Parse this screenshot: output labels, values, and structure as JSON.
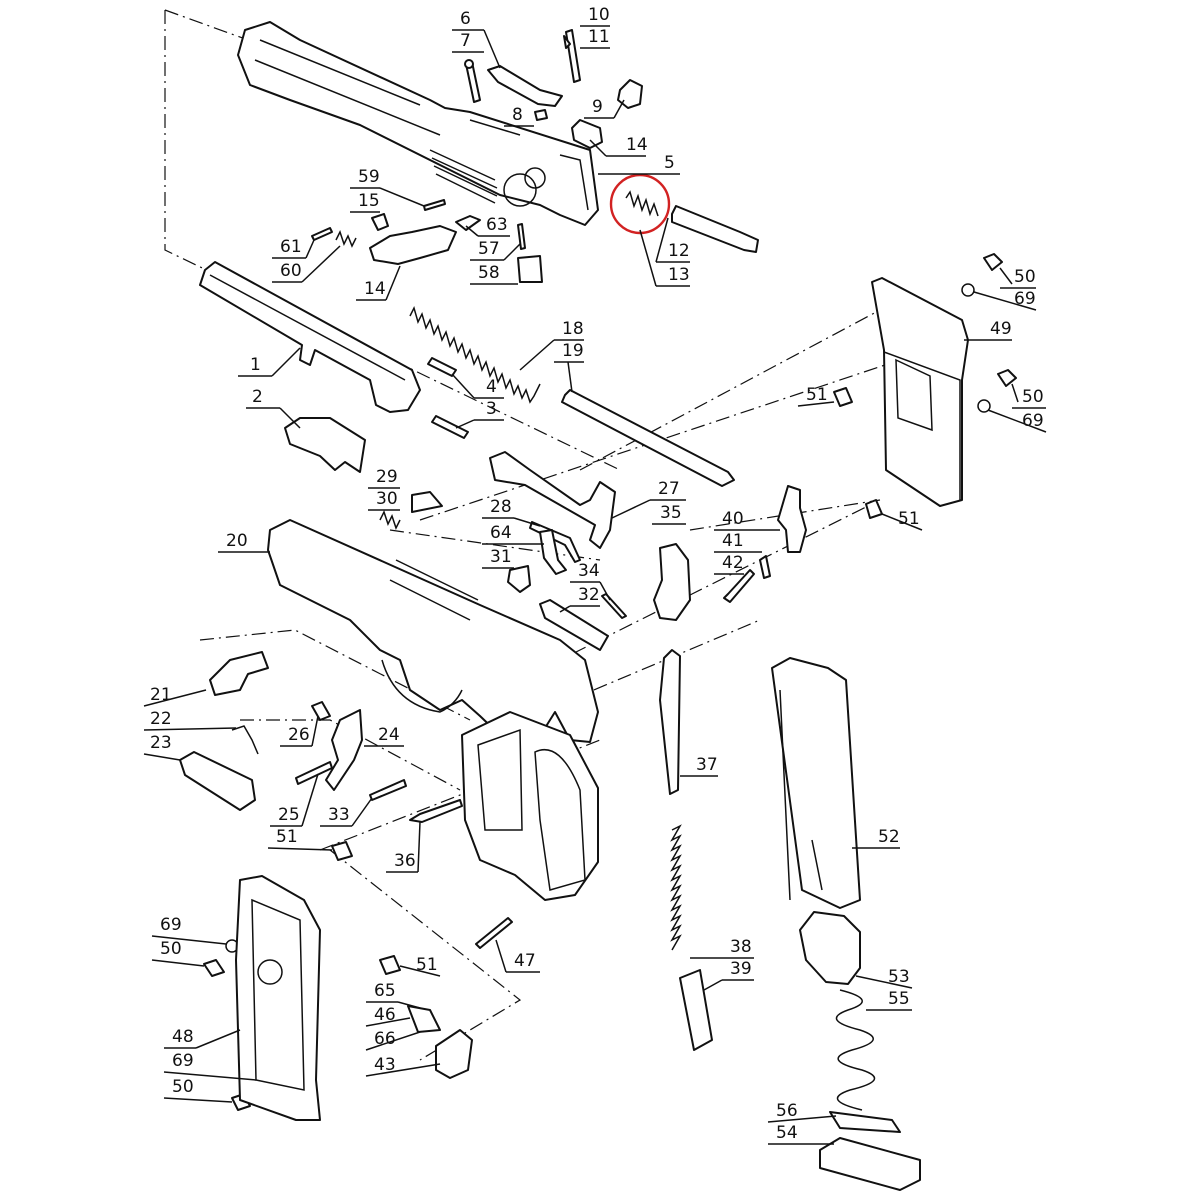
{
  "highlight_color": "#d22222",
  "callouts": [
    {
      "id": "c1",
      "text": "1"
    },
    {
      "id": "c2",
      "text": "2"
    },
    {
      "id": "c3",
      "text": "3"
    },
    {
      "id": "c4",
      "text": "4"
    },
    {
      "id": "c5",
      "text": "5"
    },
    {
      "id": "c6",
      "text": "6"
    },
    {
      "id": "c7",
      "text": "7"
    },
    {
      "id": "c8",
      "text": "8"
    },
    {
      "id": "c9",
      "text": "9"
    },
    {
      "id": "c10",
      "text": "10"
    },
    {
      "id": "c11",
      "text": "11"
    },
    {
      "id": "c12",
      "text": "12"
    },
    {
      "id": "c13",
      "text": "13"
    },
    {
      "id": "c14a",
      "text": "14"
    },
    {
      "id": "c14b",
      "text": "14"
    },
    {
      "id": "c15",
      "text": "15"
    },
    {
      "id": "c18",
      "text": "18"
    },
    {
      "id": "c19",
      "text": "19"
    },
    {
      "id": "c20",
      "text": "20"
    },
    {
      "id": "c21",
      "text": "21"
    },
    {
      "id": "c22",
      "text": "22"
    },
    {
      "id": "c23",
      "text": "23"
    },
    {
      "id": "c24",
      "text": "24"
    },
    {
      "id": "c25",
      "text": "25"
    },
    {
      "id": "c26",
      "text": "26"
    },
    {
      "id": "c27",
      "text": "27"
    },
    {
      "id": "c28",
      "text": "28"
    },
    {
      "id": "c29",
      "text": "29"
    },
    {
      "id": "c30",
      "text": "30"
    },
    {
      "id": "c31",
      "text": "31"
    },
    {
      "id": "c32",
      "text": "32"
    },
    {
      "id": "c33",
      "text": "33"
    },
    {
      "id": "c34",
      "text": "34"
    },
    {
      "id": "c35",
      "text": "35"
    },
    {
      "id": "c36",
      "text": "36"
    },
    {
      "id": "c37",
      "text": "37"
    },
    {
      "id": "c38",
      "text": "38"
    },
    {
      "id": "c39",
      "text": "39"
    },
    {
      "id": "c40",
      "text": "40"
    },
    {
      "id": "c41",
      "text": "41"
    },
    {
      "id": "c42",
      "text": "42"
    },
    {
      "id": "c43",
      "text": "43"
    },
    {
      "id": "c46",
      "text": "46"
    },
    {
      "id": "c47",
      "text": "47"
    },
    {
      "id": "c48",
      "text": "48"
    },
    {
      "id": "c49",
      "text": "49"
    },
    {
      "id": "c50a",
      "text": "50"
    },
    {
      "id": "c50b",
      "text": "50"
    },
    {
      "id": "c50c",
      "text": "50"
    },
    {
      "id": "c50d",
      "text": "50"
    },
    {
      "id": "c51a",
      "text": "51"
    },
    {
      "id": "c51b",
      "text": "51"
    },
    {
      "id": "c51c",
      "text": "51"
    },
    {
      "id": "c51d",
      "text": "51"
    },
    {
      "id": "c52",
      "text": "52"
    },
    {
      "id": "c53",
      "text": "53"
    },
    {
      "id": "c54",
      "text": "54"
    },
    {
      "id": "c55",
      "text": "55"
    },
    {
      "id": "c56",
      "text": "56"
    },
    {
      "id": "c57",
      "text": "57"
    },
    {
      "id": "c58",
      "text": "58"
    },
    {
      "id": "c59",
      "text": "59"
    },
    {
      "id": "c60",
      "text": "60"
    },
    {
      "id": "c61",
      "text": "61"
    },
    {
      "id": "c63",
      "text": "63"
    },
    {
      "id": "c64",
      "text": "64"
    },
    {
      "id": "c65",
      "text": "65"
    },
    {
      "id": "c66",
      "text": "66"
    },
    {
      "id": "c69a",
      "text": "69"
    },
    {
      "id": "c69b",
      "text": "69"
    },
    {
      "id": "c69c",
      "text": "69"
    },
    {
      "id": "c69d",
      "text": "69"
    }
  ]
}
